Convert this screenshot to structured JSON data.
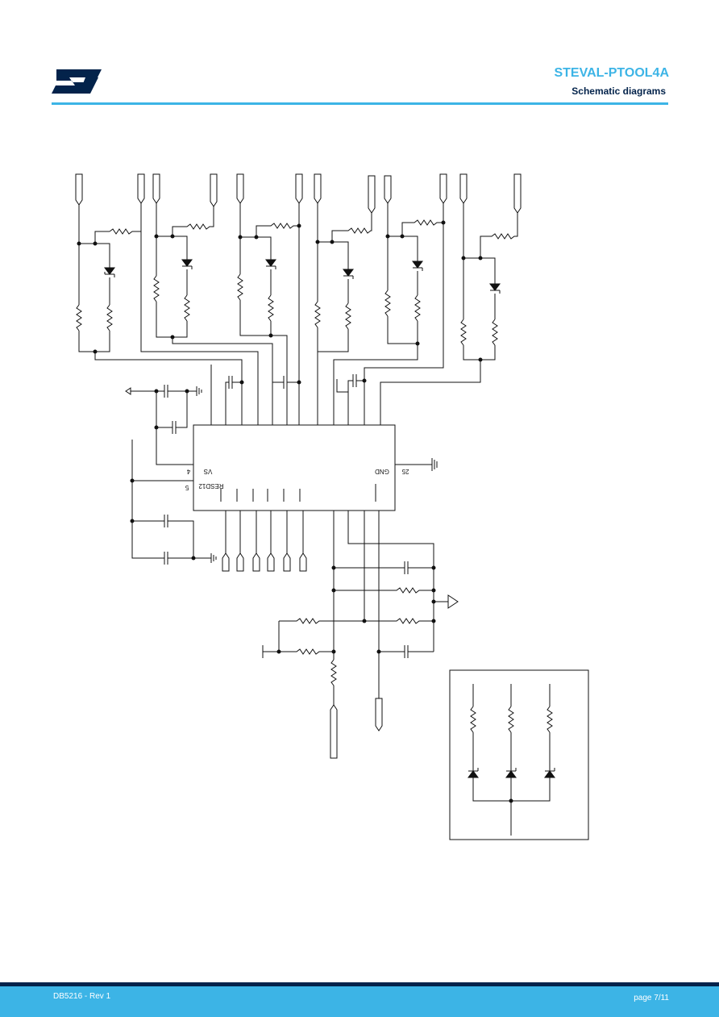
{
  "header": {
    "logo_icon": "st-logo-icon",
    "title": "STEVAL-PTOOL4A",
    "subtitle": "Schematic diagrams"
  },
  "schematic": {
    "ic_pin_vs": "VS",
    "ic_pin_vs_num": "4",
    "ic_pin_gnd": "GND",
    "ic_pin_gnd_num": "25",
    "ic_pin_resd": "RESD12",
    "ic_pin_resd_num": "5"
  },
  "footer": {
    "doc_ref": "DB5216 - Rev 1",
    "page": "page 7/11"
  },
  "colors": {
    "accent": "#3cb4e6",
    "dark": "#03234b"
  }
}
